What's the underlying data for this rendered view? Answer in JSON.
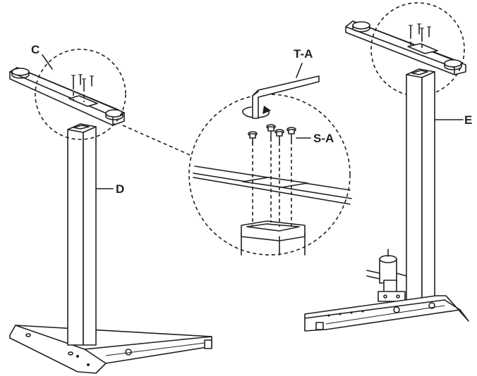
{
  "labels": {
    "C": "C",
    "D": "D",
    "E": "E",
    "T_A": "T-A",
    "S_A": "S-A"
  },
  "colors": {
    "line": "#231f20",
    "background": "#ffffff"
  },
  "icons": {
    "rotation": "circular-arrow-icon",
    "hex_key": "allen-key-icon",
    "screw": "screw-icon"
  }
}
